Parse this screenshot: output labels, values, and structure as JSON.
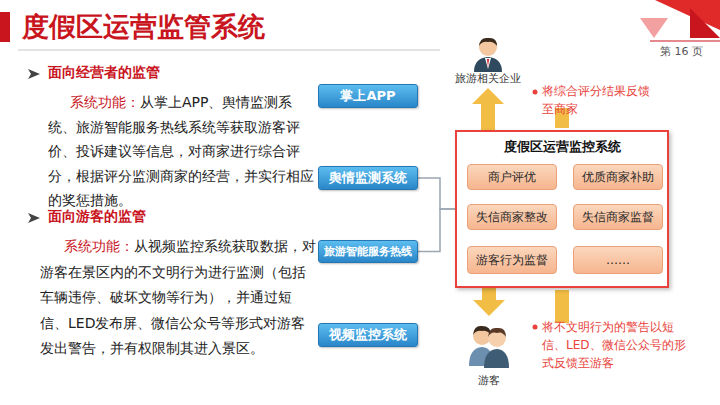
{
  "diagram": {
    "title": "度假区运营监管系统",
    "nodes": [
      {
        "text": [
          "掌上APP"
        ]
      },
      {
        "text": [
          "舆情监测系统"
        ]
      },
      {
        "text": [
          "旅游智能服务热线"
        ]
      },
      {
        "text": [
          "视频监控系统"
        ]
      },
      {
        "text": [
          "度假区运营监控系统"
        ]
      },
      {
        "text": [
          "商户评优"
        ],
        "in": 4
      },
      {
        "text": [
          "优质商家补助"
        ],
        "in": 4
      },
      {
        "text": [
          "失信商家整改"
        ],
        "in": 4
      },
      {
        "text": [
          "失信商家监督"
        ],
        "in": 4
      },
      {
        "text": [
          "游客行为监督"
        ],
        "in": 4
      },
      {
        "text": [
          "……"
        ],
        "in": 4
      },
      {
        "text": [
          "旅游相关企业"
        ]
      },
      {
        "text": [
          "游客"
        ]
      }
    ],
    "edges": [
      {
        "from": 0,
        "to": 4,
        "arrow": "none"
      },
      {
        "from": 1,
        "to": 4,
        "arrow": "none"
      },
      {
        "from": 2,
        "to": 4,
        "arrow": "none"
      },
      {
        "from": 3,
        "to": 4,
        "arrow": "none"
      },
      {
        "from": 4,
        "to": 11,
        "arrow": "to"
      },
      {
        "from": 4,
        "to": 12,
        "arrow": "to"
      }
    ],
    "labels": [
      "第 16 页",
      "面向经营者的监管",
      "系统功能：",
      "从掌上APP、舆情监测系统、旅游智能服务热线系统等获取游客评价、投诉建议等信息，对商家进行综合评分，根据评分监测商家的经营，并实行相应的奖惩措施。",
      "面向游客的监管",
      "系统功能：",
      "从视频监控系统获取数据，对游客在景区内的不文明行为进行监测（包括车辆违停、破坏文物等行为），并通过短信、LED发布屏、微信公众号等形式对游客发出警告，并有权限制其进入景区。",
      "将综合评分结果反馈至商家",
      "将不文明行为的警告以短信、LED、微信公众号的形式反馈至游客"
    ]
  }
}
